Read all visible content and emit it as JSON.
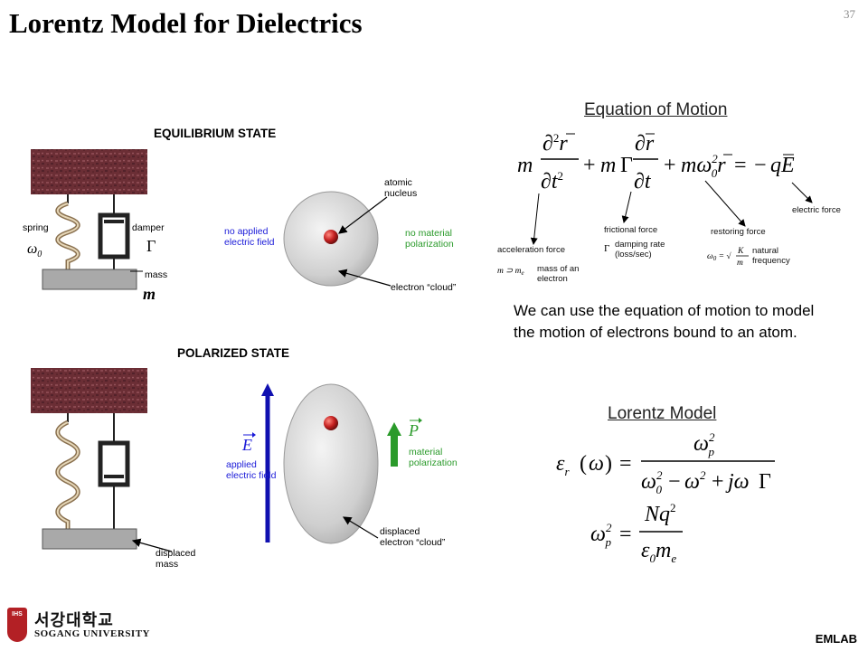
{
  "slide": {
    "title": "Lorentz Model for Dielectrics",
    "page_number": "37"
  },
  "equilibrium": {
    "title": "EQUILIBRIUM STATE",
    "spring_label": "spring",
    "damper_label": "damper",
    "mass_label": "mass",
    "no_field": [
      "no applied",
      "electric field"
    ],
    "nucleus": [
      "atomic",
      "nucleus"
    ],
    "no_polarization": [
      "no material",
      "polarization"
    ],
    "cloud": "electron “cloud”"
  },
  "polarized": {
    "title": "POLARIZED STATE",
    "applied_field": [
      "applied",
      "electric field"
    ],
    "material_polarization": [
      "material",
      "polarization"
    ],
    "displaced_cloud": [
      "displaced",
      "electron “cloud”"
    ],
    "displaced_mass": [
      "displaced",
      "mass"
    ]
  },
  "equation_of_motion": {
    "heading": "Equation of Motion",
    "acceleration_force": "acceleration force",
    "mass_of_electron": [
      "mass of an",
      "electron"
    ],
    "frictional_force": "frictional force",
    "damping_rate": [
      "damping rate",
      "(loss/sec)"
    ],
    "restoring_force": "restoring force",
    "natural_frequency": [
      "natural",
      "frequency"
    ],
    "electric_force": "electric force"
  },
  "description": "We can use the equation of motion to model the motion of electrons bound to an atom.",
  "lorentz": {
    "heading": "Lorentz Model"
  },
  "footer": {
    "university_korean": "서강대학교",
    "university_english": "SOGANG UNIVERSITY",
    "logo_text": "IHS",
    "lab": "EMLAB"
  },
  "colors": {
    "brick": "#6b2e35",
    "field_arrow": "#1010b0",
    "polarization_arrow": "#2a9a2a",
    "nucleus": "#c42020",
    "label_blue": "#1a1ad8",
    "label_green": "#2a9a2a"
  }
}
